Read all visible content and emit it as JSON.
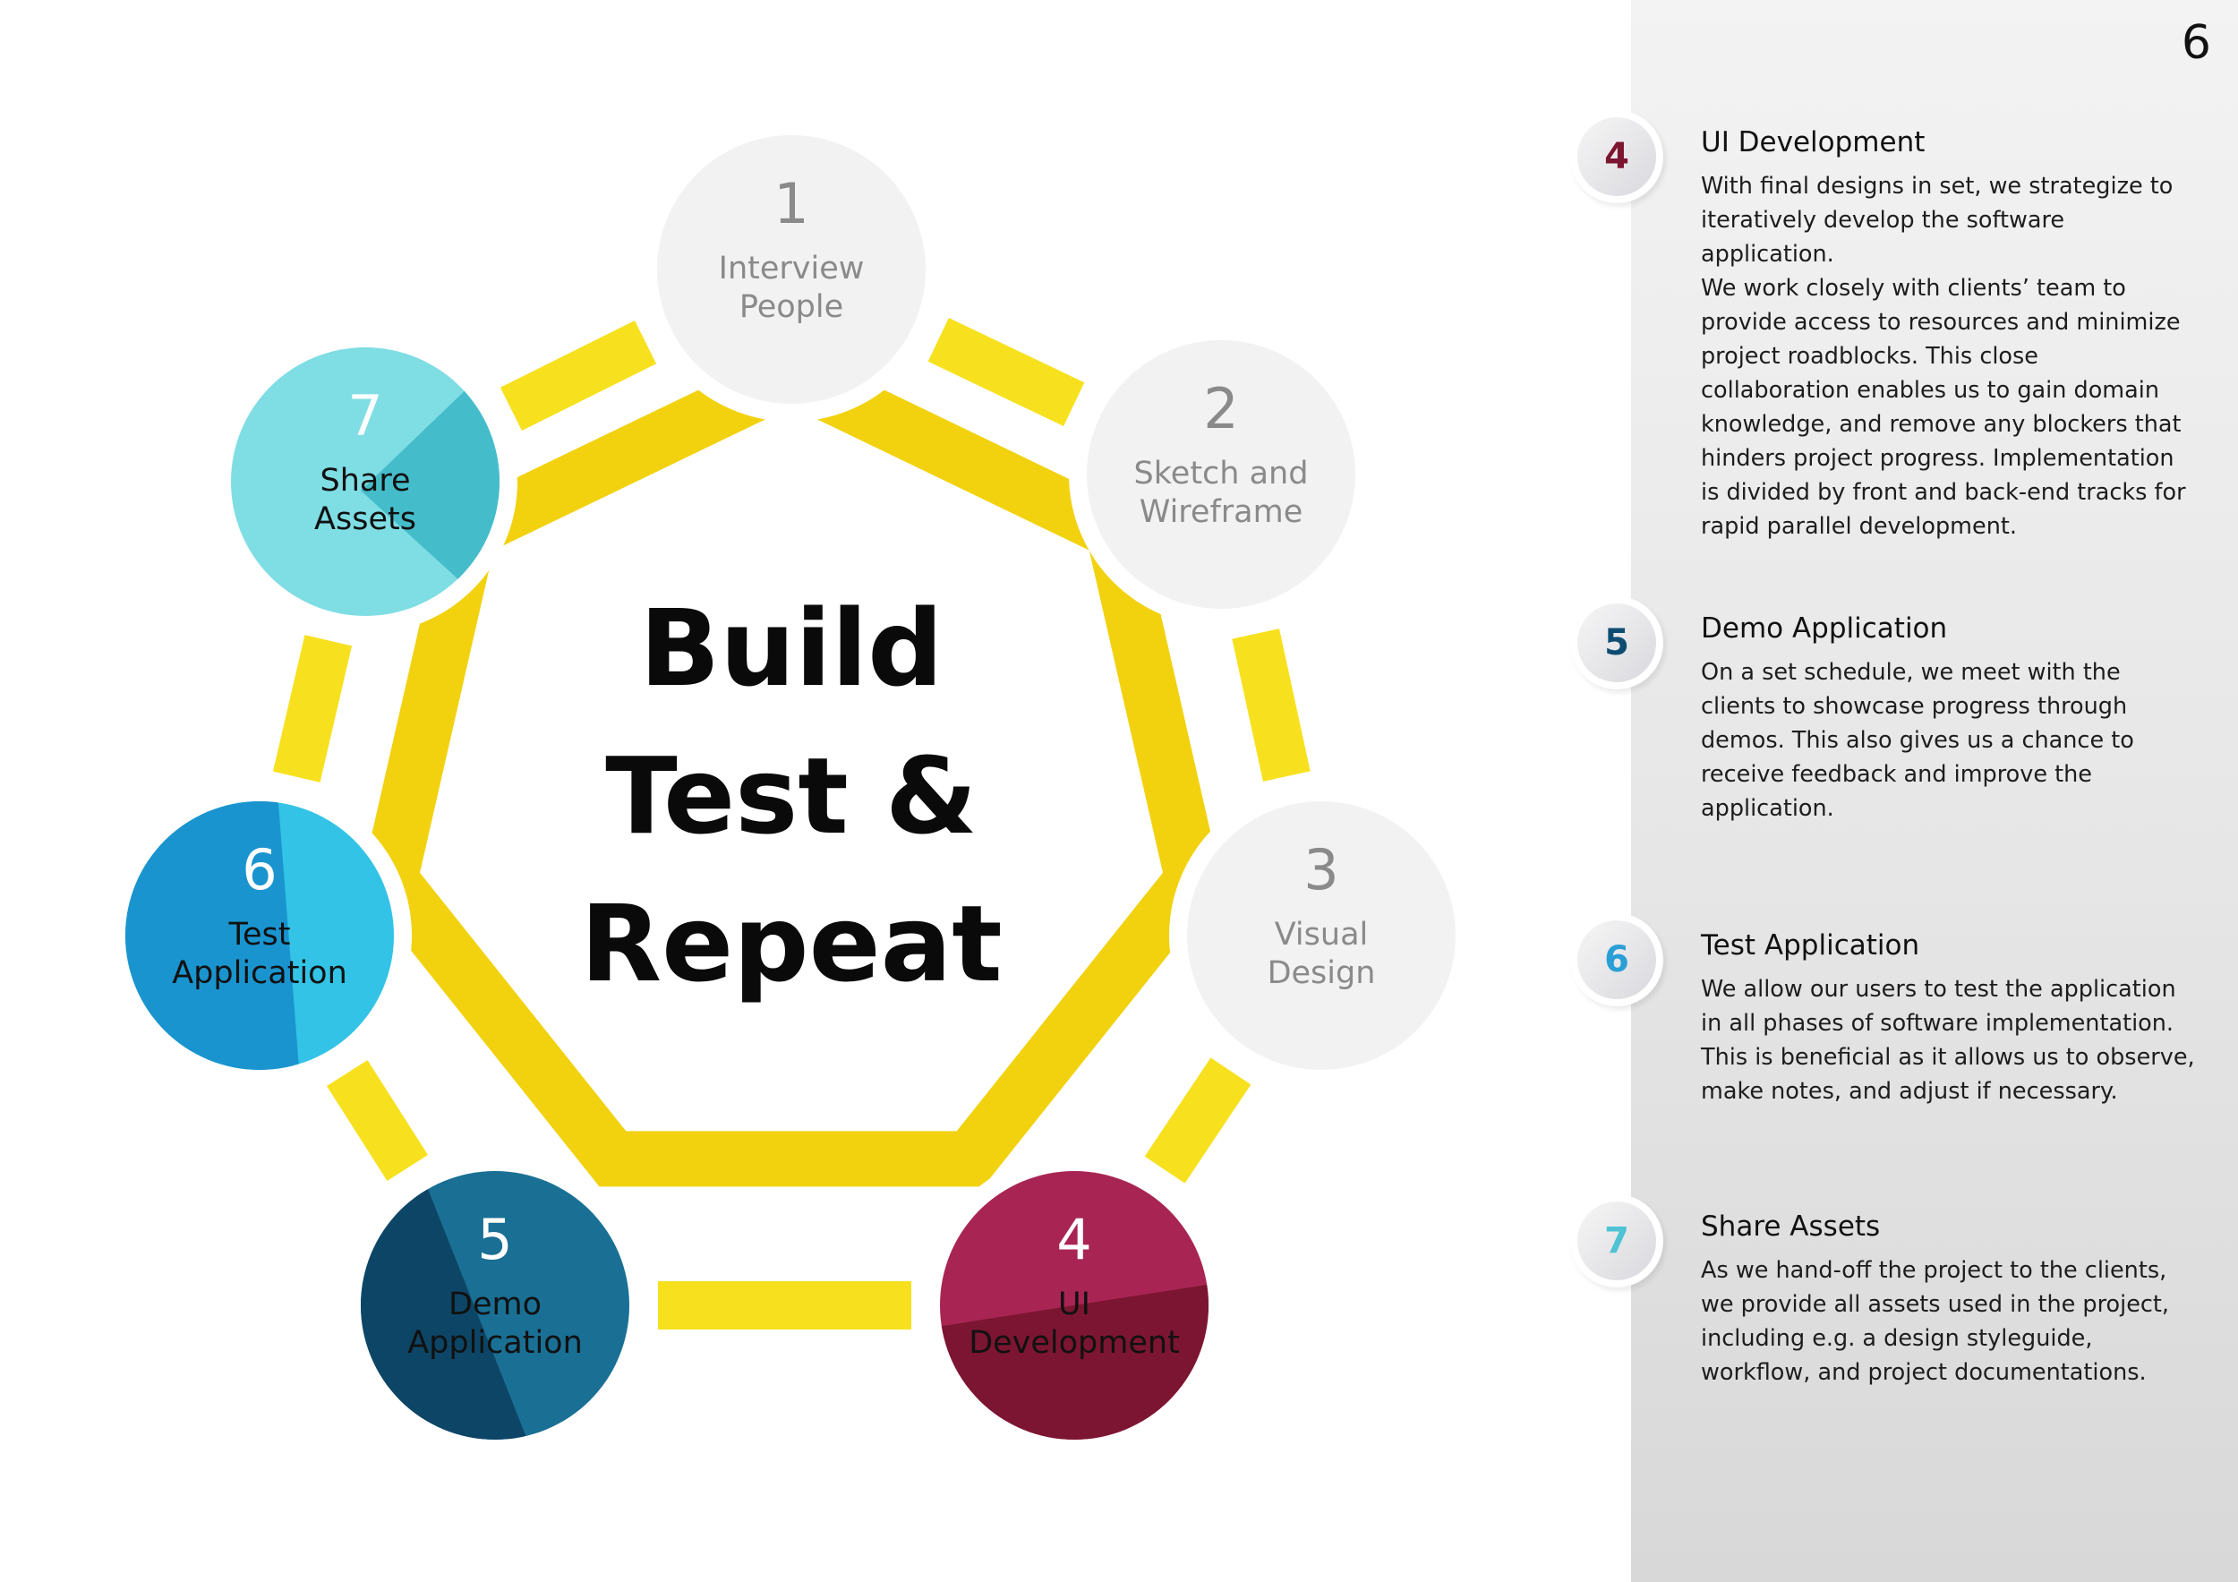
{
  "page_number": "6",
  "center_title": [
    "Build",
    "Test &",
    "Repeat"
  ],
  "colors": {
    "track_yellow": "#f7e11f",
    "heptagon_yellow": "#f2d20f",
    "inactive_circle": "#f2f2f2",
    "inactive_text": "#8a8a8a",
    "share_assets": "#5cc9d6",
    "test_application": "#1fa5d9",
    "demo_application": "#125d85",
    "ui_development": "#8f1a40"
  },
  "cycle": [
    {
      "num": "1",
      "label": [
        "Interview",
        "People"
      ],
      "icon": "interview-circle",
      "fill": "#f2f2f2",
      "fill_dark": "#f2f2f2",
      "text_color": "#8a8a8a",
      "active": false
    },
    {
      "num": "2",
      "label": [
        "Sketch and",
        "Wireframe"
      ],
      "icon": "sketch-circle",
      "fill": "#f2f2f2",
      "fill_dark": "#f2f2f2",
      "text_color": "#8a8a8a",
      "active": false
    },
    {
      "num": "3",
      "label": [
        "Visual",
        "Design"
      ],
      "icon": "visual-design-circle",
      "fill": "#f2f2f2",
      "fill_dark": "#f2f2f2",
      "text_color": "#8a8a8a",
      "active": false
    },
    {
      "num": "4",
      "label": [
        "UI",
        "Development"
      ],
      "icon": "ui-development-circle",
      "fill": "#a82553",
      "fill_dark": "#7c1531",
      "text_color": "#111111",
      "num_color": "#ffffff",
      "active": true
    },
    {
      "num": "5",
      "label": [
        "Demo",
        "Application"
      ],
      "icon": "demo-application-circle",
      "fill": "#1a6f94",
      "fill_dark": "#0d4566",
      "text_color": "#111111",
      "num_color": "#ffffff",
      "active": true
    },
    {
      "num": "6",
      "label": [
        "Test",
        "Application"
      ],
      "icon": "test-application-circle",
      "fill": "#32c3e6",
      "fill_dark": "#1a94cf",
      "text_color": "#111111",
      "num_color": "#ffffff",
      "active": true
    },
    {
      "num": "7",
      "label": [
        "Share",
        "Assets"
      ],
      "icon": "share-assets-circle",
      "fill": "#7fdde4",
      "fill_dark": "#45bcca",
      "text_color": "#111111",
      "num_color": "#ffffff",
      "active": true
    }
  ],
  "steps": [
    {
      "num": "4",
      "num_color": "#7d1530",
      "title": "UI Development",
      "body": "With final designs in set, we strategize to\niteratively develop the software application.\nWe work closely with clients’ team to\nprovide access to resources and minimize\nproject roadblocks. This close\ncollaboration enables us to gain domain\nknowledge, and remove any blockers that\nhinders project progress. Implementation\nis divided by front and back-end tracks for\nrapid parallel development."
    },
    {
      "num": "5",
      "num_color": "#0f4c72",
      "title": "Demo Application",
      "body": "On a set schedule, we meet with the\nclients to showcase progress through\ndemos. This also gives us a chance to\nreceive feedback and improve the\napplication."
    },
    {
      "num": "6",
      "num_color": "#2a9fd6",
      "title": "Test Application",
      "body": "We allow our users to test the  application\nin all phases of software implementation.\nThis is beneficial as it allows us to observe,\nmake notes, and adjust if necessary."
    },
    {
      "num": "7",
      "num_color": "#4fc3d3",
      "title": "Share Assets",
      "body": "As we hand-off the project to the clients,\nwe provide all assets used in the project,\nincluding e.g. a design styleguide,\nworkflow, and project documentations."
    }
  ]
}
